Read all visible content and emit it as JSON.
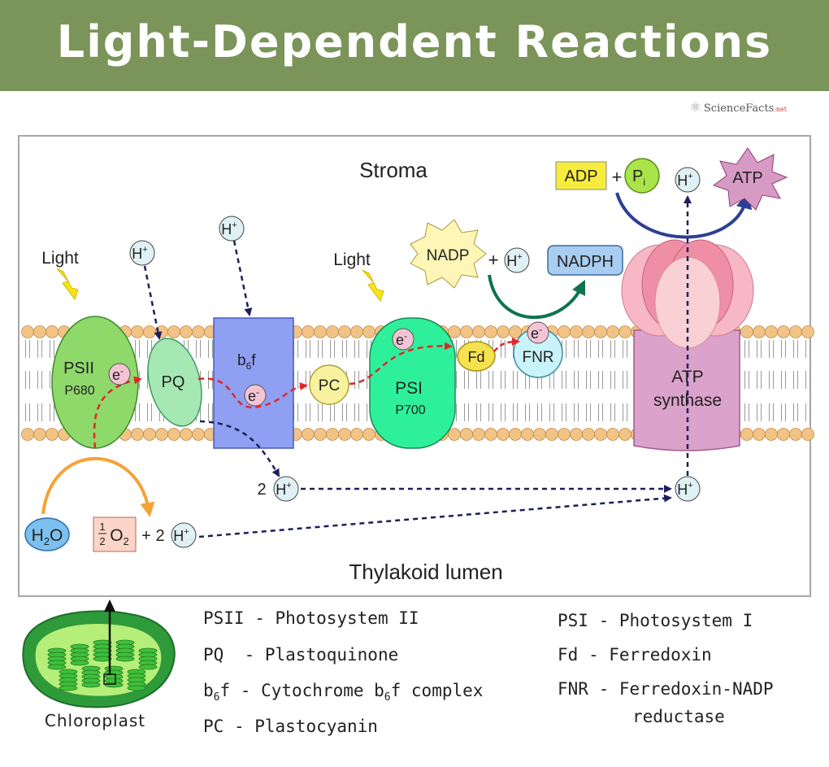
{
  "header": {
    "title": "Light-Dependent Reactions"
  },
  "logo": {
    "text": "ScienceFacts",
    "suffix": ".net"
  },
  "regions": {
    "stroma": "Stroma",
    "lumen": "Thylakoid lumen"
  },
  "labels": {
    "light": "Light",
    "psii": "PSII",
    "p680": "P680",
    "pq": "PQ",
    "b6f_main": "b",
    "b6f_sub": "6",
    "b6f_end": "f",
    "pc": "PC",
    "psi": "PSI",
    "p700": "P700",
    "fd": "Fd",
    "fnr": "FNR",
    "atp_synthase_1": "ATP",
    "atp_synthase_2": "synthase",
    "electron": "e",
    "electron_sup": "-",
    "h": "H",
    "h_sup": "+",
    "two": "2",
    "plus": "+",
    "nadp": "NADP",
    "nadph": "NADPH",
    "adp": "ADP",
    "p": "P",
    "p_sub": "i",
    "atp": "ATP",
    "water_h": "H",
    "water_sub": "2",
    "water_o": "O",
    "half_num": "1",
    "half_den": "2",
    "oxygen_o": "O",
    "oxygen_sub": "2"
  },
  "chloroplast_label": "Chloroplast",
  "legend": {
    "left": [
      {
        "abbr": "PSII",
        "desc": "Photosystem II",
        "sep": " - "
      },
      {
        "abbr": "PQ",
        "desc": "Plastoquinone",
        "sep": "  - "
      },
      {
        "abbr": "b",
        "abbr_sub": "6",
        "abbr_end": "f",
        "desc_pre": "Cytochrome b",
        "desc_sub": "6",
        "desc_end": "f complex",
        "sep": " - "
      },
      {
        "abbr": "PC",
        "desc": "Plastocyanin",
        "sep": " - "
      }
    ],
    "right": [
      {
        "abbr": "PSI",
        "desc": "Photosystem I",
        "sep": " - "
      },
      {
        "abbr": "Fd",
        "desc": "Ferredoxin",
        "sep": " - "
      },
      {
        "abbr": "FNR",
        "desc": "Ferredoxin-NADP",
        "desc2": "reductase",
        "sep": " - "
      }
    ]
  },
  "colors": {
    "header": "#7a9459",
    "psii": "#8fd86a",
    "pq": "#a6e8b4",
    "b6f": "#8f9ff2",
    "pc": "#f8f2a0",
    "psi": "#2ff09a",
    "fd": "#f4e24e",
    "fnr": "#c9f3fa",
    "atp_synthase": "#dba3cb",
    "atp_head": "#f2a7b7",
    "h_ion": "#dff1f5",
    "nadp": "#fdf6b6",
    "nadph": "#a9cdf1",
    "adp": "#f6ec3e",
    "pi": "#a9e448",
    "atp": "#d79ac5",
    "water": "#7dc0ef",
    "oxygen": "#fbd5c7",
    "electron_path": "#e2262b",
    "proton_path": "#1d1f5c",
    "water_arrow": "#f5a336",
    "nadp_arrow": "#0e7450",
    "atp_arrow": "#2d3f95",
    "membrane_head": "#f2c387"
  }
}
